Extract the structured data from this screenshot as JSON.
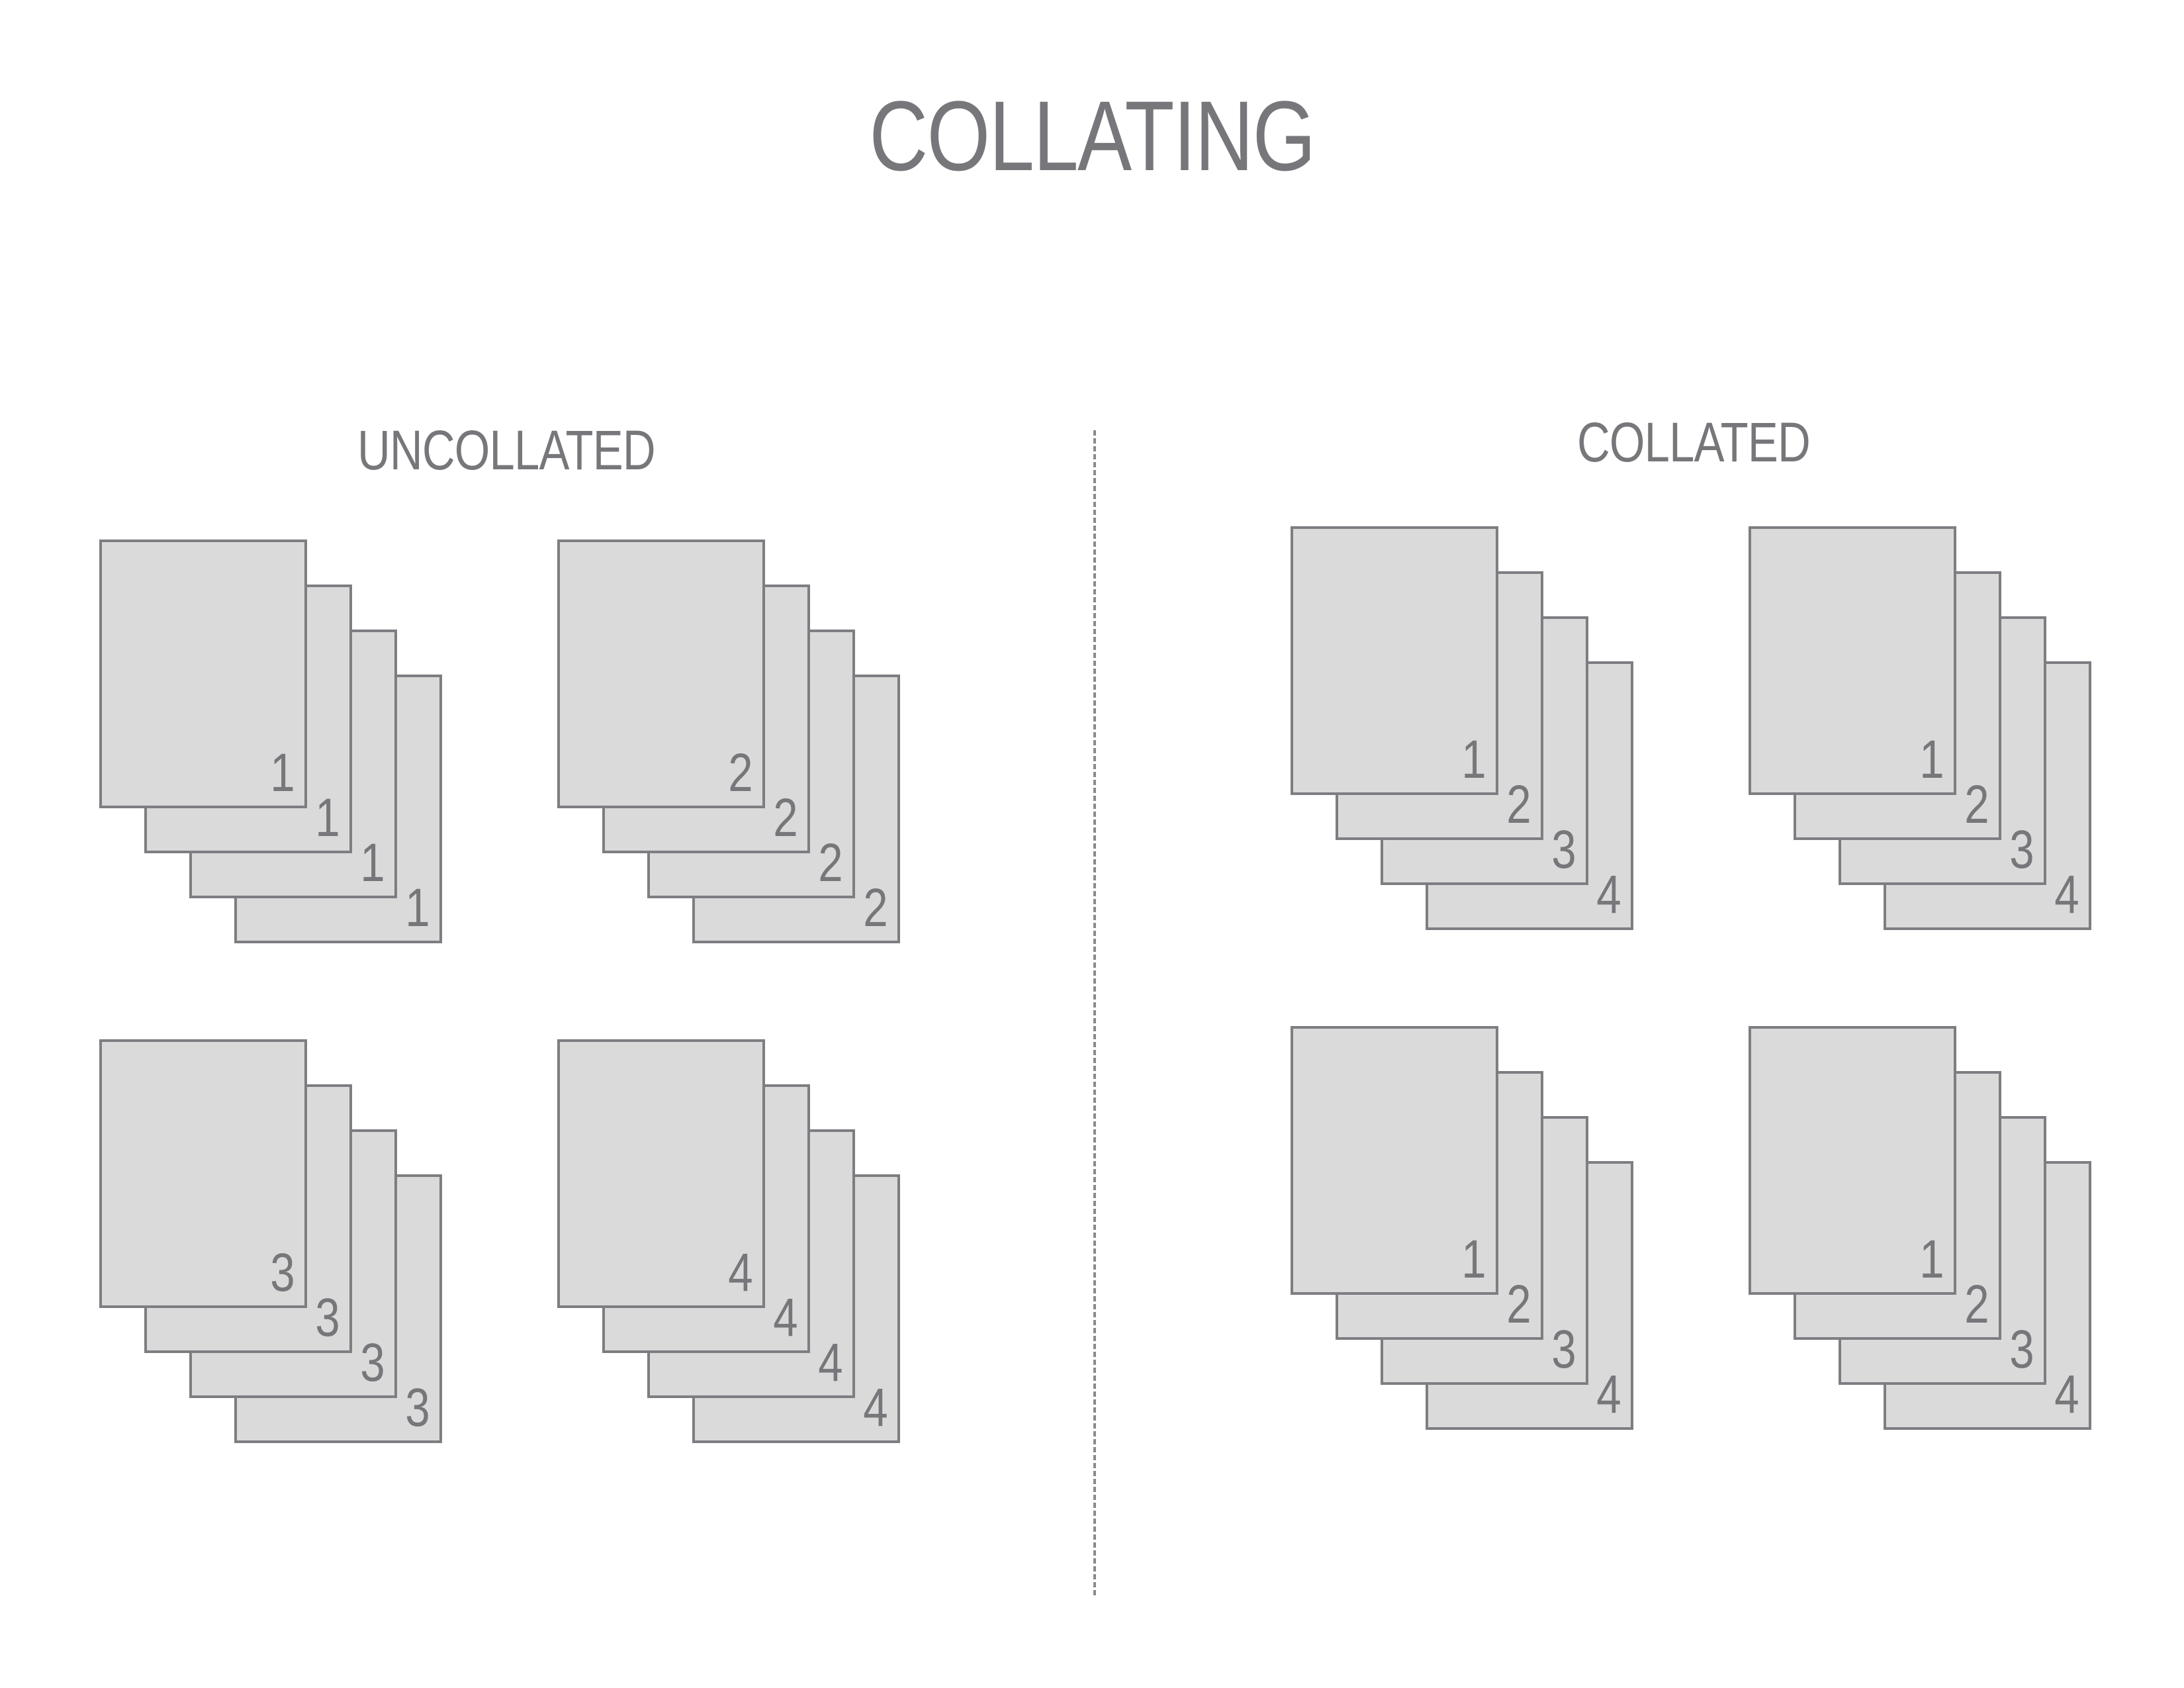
{
  "title": "COLLATING",
  "uncollated": {
    "label": "UNCOLLATED",
    "stacks": [
      {
        "pages": [
          "1",
          "1",
          "1",
          "1"
        ]
      },
      {
        "pages": [
          "2",
          "2",
          "2",
          "2"
        ]
      },
      {
        "pages": [
          "3",
          "3",
          "3",
          "3"
        ]
      },
      {
        "pages": [
          "4",
          "4",
          "4",
          "4"
        ]
      }
    ]
  },
  "collated": {
    "label": "COLLATED",
    "stacks": [
      {
        "pages": [
          "1",
          "2",
          "3",
          "4"
        ]
      },
      {
        "pages": [
          "1",
          "2",
          "3",
          "4"
        ]
      },
      {
        "pages": [
          "1",
          "2",
          "3",
          "4"
        ]
      },
      {
        "pages": [
          "1",
          "2",
          "3",
          "4"
        ]
      }
    ]
  },
  "colors": {
    "sheet_fill": "#dadada",
    "sheet_border": "#7d7d82",
    "text": "#77777b"
  }
}
